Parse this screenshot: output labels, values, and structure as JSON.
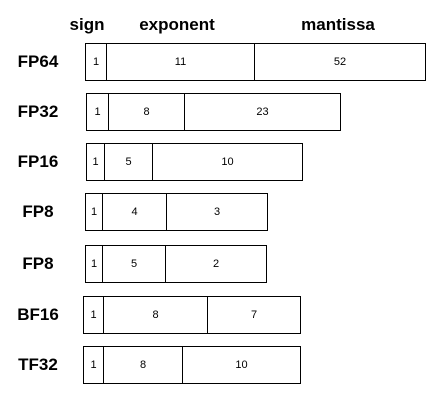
{
  "headers": {
    "sign": "sign",
    "exponent": "exponent",
    "mantissa": "mantissa"
  },
  "formats": [
    {
      "name": "FP64",
      "sign": "1",
      "exponent": "11",
      "mantissa": "52"
    },
    {
      "name": "FP32",
      "sign": "1",
      "exponent": "8",
      "mantissa": "23"
    },
    {
      "name": "FP16",
      "sign": "1",
      "exponent": "5",
      "mantissa": "10"
    },
    {
      "name": "FP8",
      "sign": "1",
      "exponent": "4",
      "mantissa": "3"
    },
    {
      "name": "FP8",
      "sign": "1",
      "exponent": "5",
      "mantissa": "2"
    },
    {
      "name": "BF16",
      "sign": "1",
      "exponent": "8",
      "mantissa": "7"
    },
    {
      "name": "TF32",
      "sign": "1",
      "exponent": "8",
      "mantissa": "10"
    }
  ]
}
